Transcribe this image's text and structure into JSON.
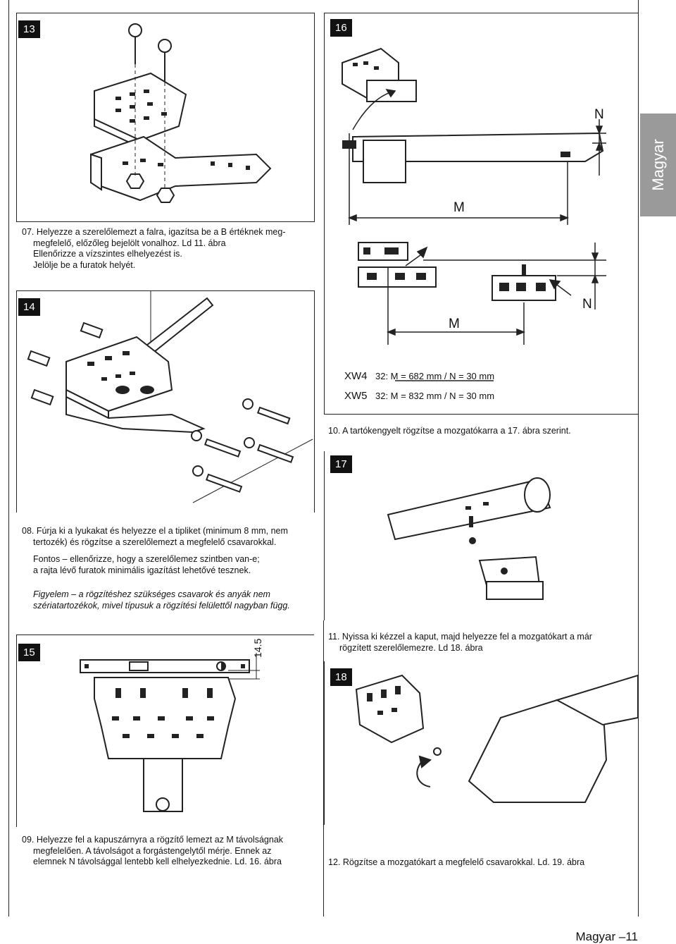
{
  "side_tab": "Magyar",
  "figures": {
    "f13": "13",
    "f14": "14",
    "f15": "15",
    "f16": "16",
    "f17": "17",
    "f18": "18"
  },
  "dimensions": {
    "n_top": "N",
    "m_top": "M",
    "n_bottom": "N",
    "m_bottom": "M",
    "level_mark": "14.5"
  },
  "specs": [
    {
      "model": "XW4",
      "value": "32: M  = 682 mm  /   N = 30 mm"
    },
    {
      "model": "XW5",
      "value": "32: M  = 832 mm  /   N = 30 mm"
    }
  ],
  "steps": {
    "s07": [
      "07.  Helyezze a szerelőlemezt a falra, igazítsa be a B értéknek meg-",
      "megfelelő, előzőleg bejelölt vonalhoz. Ld 11. ábra",
      "Ellenőrizze  a  vízszintes  elhelyezést  is.",
      "Jelölje be a furatok helyét."
    ],
    "s08": [
      "08.  Fúrja ki a lyukakat és helyezze el a tipliket (minimum 8 mm, nem",
      "tertozék) és rögzítse a szerelőlemezt a megfelelő csavarokkal."
    ],
    "fontos": [
      "Fontos        –  ellenőrizze, hogy a szerelőlemez szintben van-e;",
      "a rajta lévő furatok minimális igazítást lehetővé tesznek."
    ],
    "figyelem": [
      "Figyelem  –  a rögzítéshez szükséges csavarok és anyák nem",
      "szériatartozékok, mivel típusuk a rögzítési felülettől nagyban függ."
    ],
    "s09": [
      "09.  Helyezze fel a kapuszárnyra a rögzítő lemezt az M távolságnak",
      "megfelelően. A távolságot a forgástengelytől mérje. Ennek az",
      "elemnek N távolsággal lentebb kell elhelyezkednie. Ld. 16. ábra"
    ],
    "s10": [
      "10.  A tartókengyelt rögzítse a mozgatókarra a 17. ábra szerint."
    ],
    "s11": [
      "11.  Nyissa ki kézzel a kaput, majd helyezze fel a mozgatókart a már",
      "rögzített szerelőlemezre. Ld 18. ábra"
    ],
    "s12": [
      "12.  Rögzítse a mozgatókart a megfelelő csavarokkal. Ld. 19. ábra"
    ]
  },
  "footer": "Magyar –11"
}
